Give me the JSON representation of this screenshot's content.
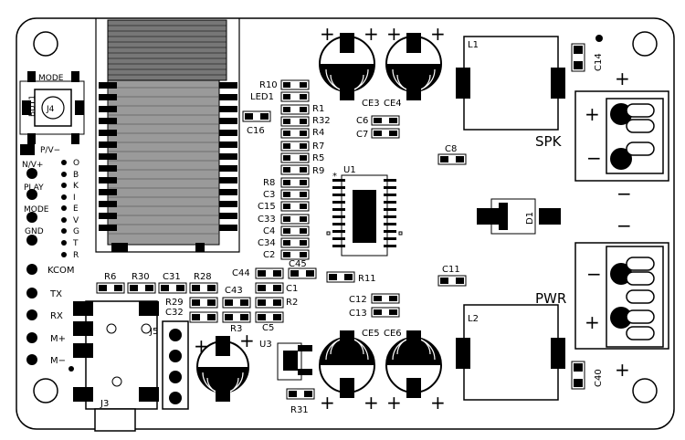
{
  "labels": {
    "mode": "MODE",
    "but1": "BUT1",
    "j4": "J4",
    "pv": "P/V−",
    "nv": "N/V+",
    "play": "PLAY",
    "mode2": "MODE",
    "gnd": "GND",
    "kcom": "KCOM",
    "tx": "TX",
    "rx": "RX",
    "mplus": "M+",
    "mminus": "M−",
    "obkievgtr": [
      "O",
      "B",
      "K",
      "I",
      "E",
      "V",
      "G",
      "T",
      "R"
    ],
    "r10": "R10",
    "led1": "LED1",
    "r1": "R1",
    "r32": "R32",
    "r4": "R4",
    "r7": "R7",
    "r5": "R5",
    "r9": "R9",
    "r8": "R8",
    "c3": "C3",
    "c15": "C15",
    "c33": "C33",
    "c4": "C4",
    "c34": "C34",
    "c2": "C2",
    "c16": "C16",
    "ce3": "CE3",
    "ce4": "CE4",
    "c6": "C6",
    "c7": "C7",
    "c8": "C8",
    "u1": "U1",
    "l1": "L1",
    "c14": "C14",
    "spk": "SPK",
    "d1": "D1",
    "c45": "C45",
    "c44": "C44",
    "c1": "C1",
    "r11": "R11",
    "c11": "C11",
    "r6": "R6",
    "r30": "R30",
    "c31": "C31",
    "r28": "R28",
    "r29": "R29",
    "c32": "C32",
    "c43": "C43",
    "r2": "R2",
    "c5": "C5",
    "r3": "R3",
    "j5": "J5",
    "u3": "U3",
    "c12": "C12",
    "c13": "C13",
    "ce5": "CE5",
    "ce6": "CE6",
    "l2": "L2",
    "pwr": "PWR",
    "c40": "C40",
    "j3": "J3",
    "r31": "R31",
    "plus": "+",
    "minus": "−"
  }
}
